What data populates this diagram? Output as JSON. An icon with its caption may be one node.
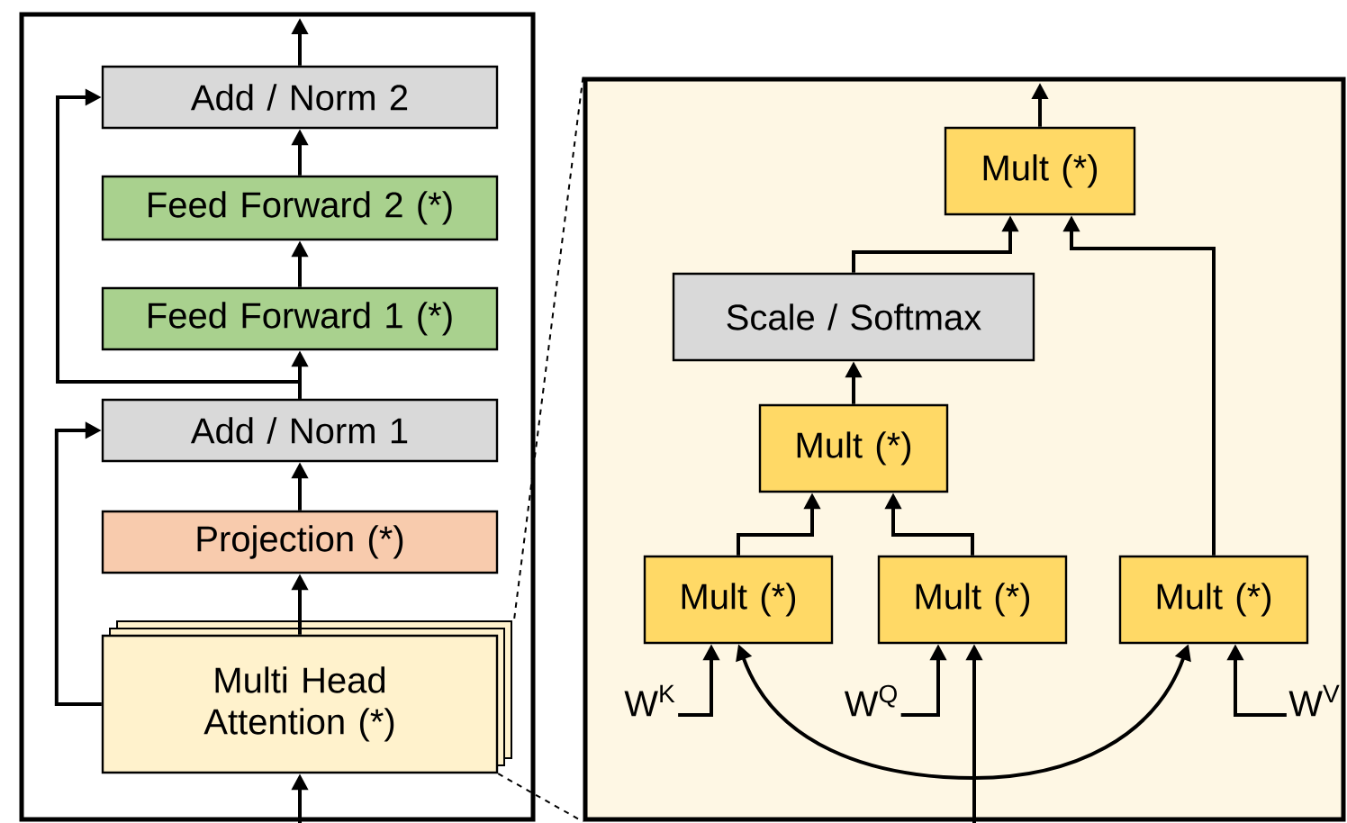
{
  "diagram": {
    "nodes": [
      {
        "text": [],
        "shape": "box"
      },
      {
        "text": [
          "Add / Norm 2"
        ],
        "in": 0
      },
      {
        "text": [
          "Feed Forward 2 (*)"
        ],
        "in": 0
      },
      {
        "text": [
          "Feed Forward 1 (*)"
        ],
        "in": 0
      },
      {
        "text": [
          "Add / Norm 1"
        ],
        "in": 0
      },
      {
        "text": [
          "Projection (*)"
        ],
        "in": 0
      },
      {
        "text": [
          "Multi Head Attention (*)"
        ],
        "in": 0
      },
      {
        "text": [],
        "shape": "box"
      },
      {
        "text": [
          "Mult (*)"
        ],
        "in": 7
      },
      {
        "text": [
          "Scale / Softmax"
        ],
        "in": 7
      },
      {
        "text": [
          "Mult (*)"
        ],
        "in": 7
      },
      {
        "text": [
          "Mult (*)"
        ],
        "in": 7
      },
      {
        "text": [
          "Mult (*)"
        ],
        "in": 7
      },
      {
        "text": [
          "Mult (*)"
        ],
        "in": 7
      },
      {
        "text": [
          "W$^{K}$"
        ],
        "in": 7
      },
      {
        "text": [
          "W$^{Q}$"
        ],
        "in": 7
      },
      {
        "text": [
          "W$^{V}$"
        ],
        "in": 7
      }
    ],
    "edges": [
      {
        "from": null,
        "to": 6,
        "arrow": "to"
      },
      {
        "from": 6,
        "to": 5,
        "arrow": "to"
      },
      {
        "from": 5,
        "to": 4,
        "arrow": "to"
      },
      {
        "from": 4,
        "to": 3,
        "arrow": "to"
      },
      {
        "from": 3,
        "to": 2,
        "arrow": "to"
      },
      {
        "from": 2,
        "to": 1,
        "arrow": "to"
      },
      {
        "from": 1,
        "to": null,
        "arrow": "to"
      },
      {
        "from": 6,
        "to": 4,
        "arrow": "to"
      },
      {
        "from": 4,
        "to": 1,
        "arrow": "to"
      },
      {
        "from": 6,
        "to": 7,
        "arrow": "none",
        "style": "dashed"
      },
      {
        "from": 6,
        "to": 7,
        "arrow": "none",
        "style": "dashed"
      },
      {
        "from": 8,
        "to": null,
        "arrow": "to"
      },
      {
        "from": 9,
        "to": 8,
        "arrow": "to"
      },
      {
        "from": 13,
        "to": 8,
        "arrow": "to"
      },
      {
        "from": 10,
        "to": 9,
        "arrow": "to"
      },
      {
        "from": 11,
        "to": 10,
        "arrow": "to"
      },
      {
        "from": 12,
        "to": 10,
        "arrow": "to"
      },
      {
        "from": 14,
        "to": 11,
        "arrow": "to"
      },
      {
        "from": 15,
        "to": 12,
        "arrow": "to"
      },
      {
        "from": 16,
        "to": 13,
        "arrow": "to"
      },
      {
        "from": null,
        "to": 12,
        "arrow": "to"
      },
      {
        "from": null,
        "to": 11,
        "arrow": "to"
      },
      {
        "from": null,
        "to": 13,
        "arrow": "to"
      }
    ]
  }
}
